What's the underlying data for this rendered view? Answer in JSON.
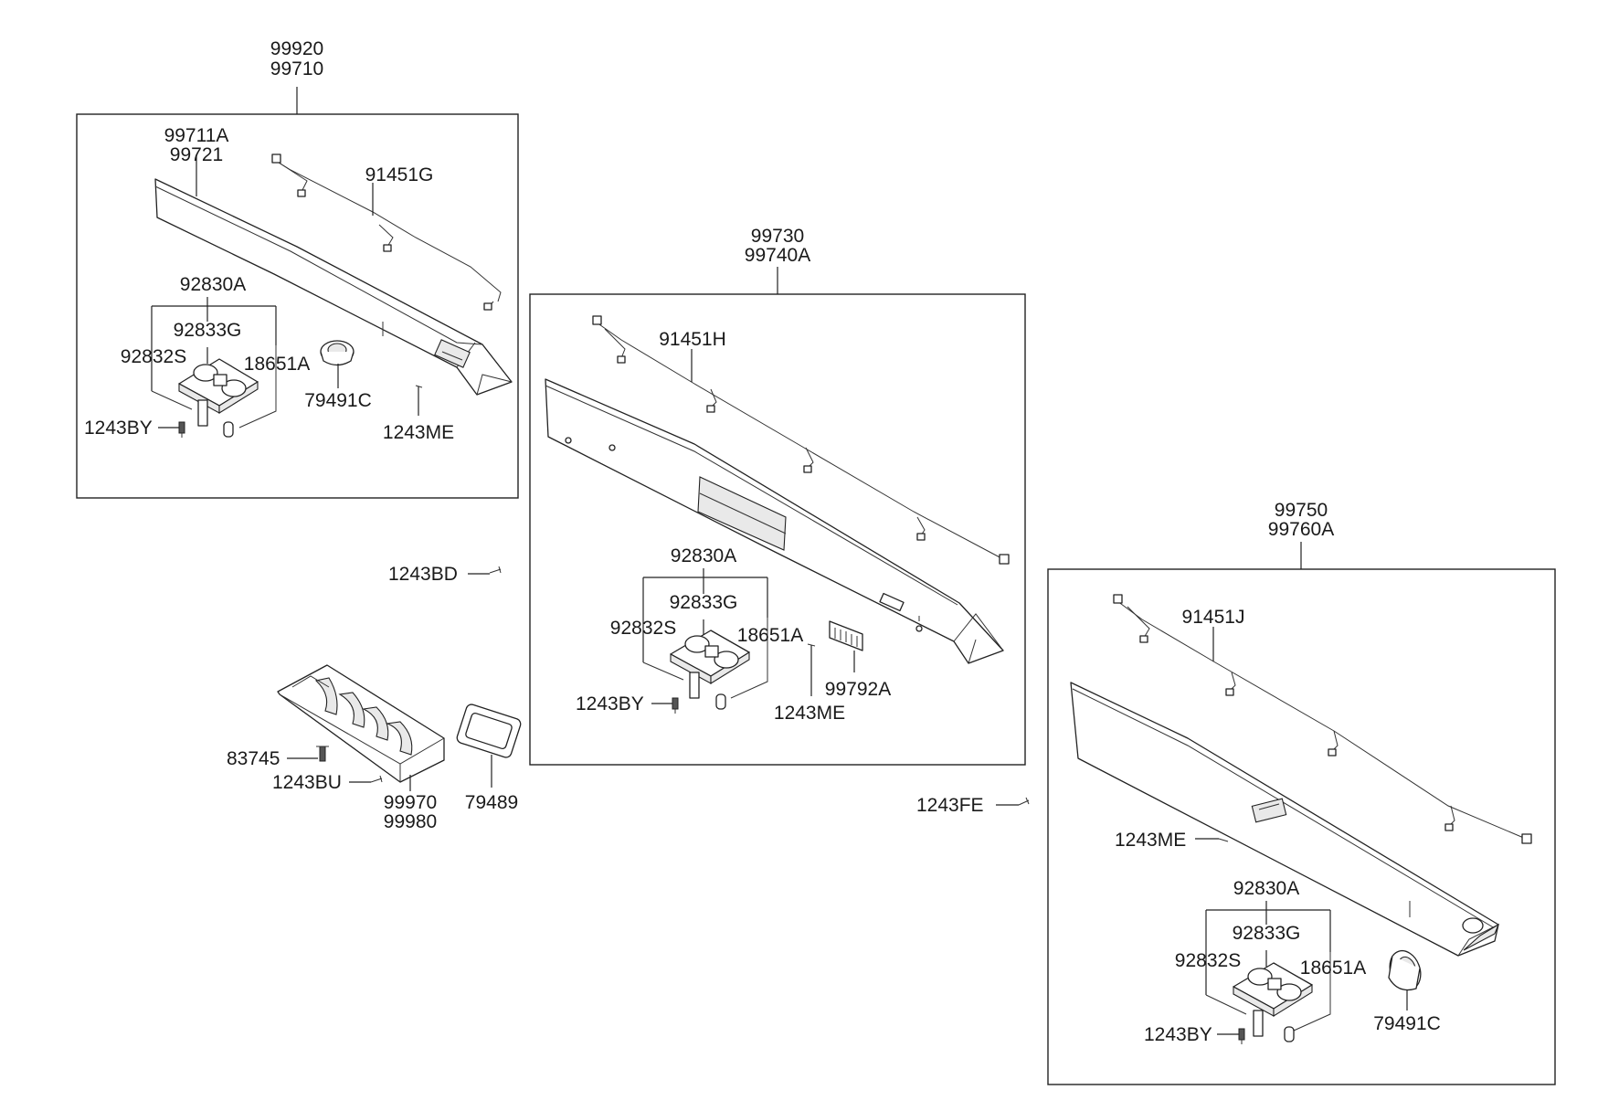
{
  "labels": {
    "top_box": "99920",
    "top_box2": "99710",
    "tb_panel": "99711A",
    "tb_panel2": "99721",
    "tb_harness": "91451G",
    "tb_lamp_assy": "92830A",
    "tb_housing": "92833G",
    "tb_lens": "92832S",
    "tb_bulb": "18651A",
    "tb_speaker": "79491C",
    "tb_screw_me": "1243ME",
    "tb_screw_by": "1243BY",
    "mid_box": "99730",
    "mid_box2": "99740A",
    "mb_harness": "91451H",
    "mb_lamp_assy": "92830A",
    "mb_housing": "92833G",
    "mb_lens": "92832S",
    "mb_bulb": "18651A",
    "mb_screw_by": "1243BY",
    "mb_screw_me": "1243ME",
    "mb_switch": "99792A",
    "screw_bd": "1243BD",
    "screw_fe": "1243FE",
    "louver_screw": "83745",
    "louver_screw2": "1243BU",
    "louver": "99970",
    "louver2": "99980",
    "gasket": "79489",
    "right_box": "99750",
    "right_box2": "99760A",
    "rb_harness": "91451J",
    "rb_screw_me": "1243ME",
    "rb_lamp_assy": "92830A",
    "rb_housing": "92833G",
    "rb_lens": "92832S",
    "rb_bulb": "18651A",
    "rb_screw_by": "1243BY",
    "rb_speaker": "79491C"
  }
}
